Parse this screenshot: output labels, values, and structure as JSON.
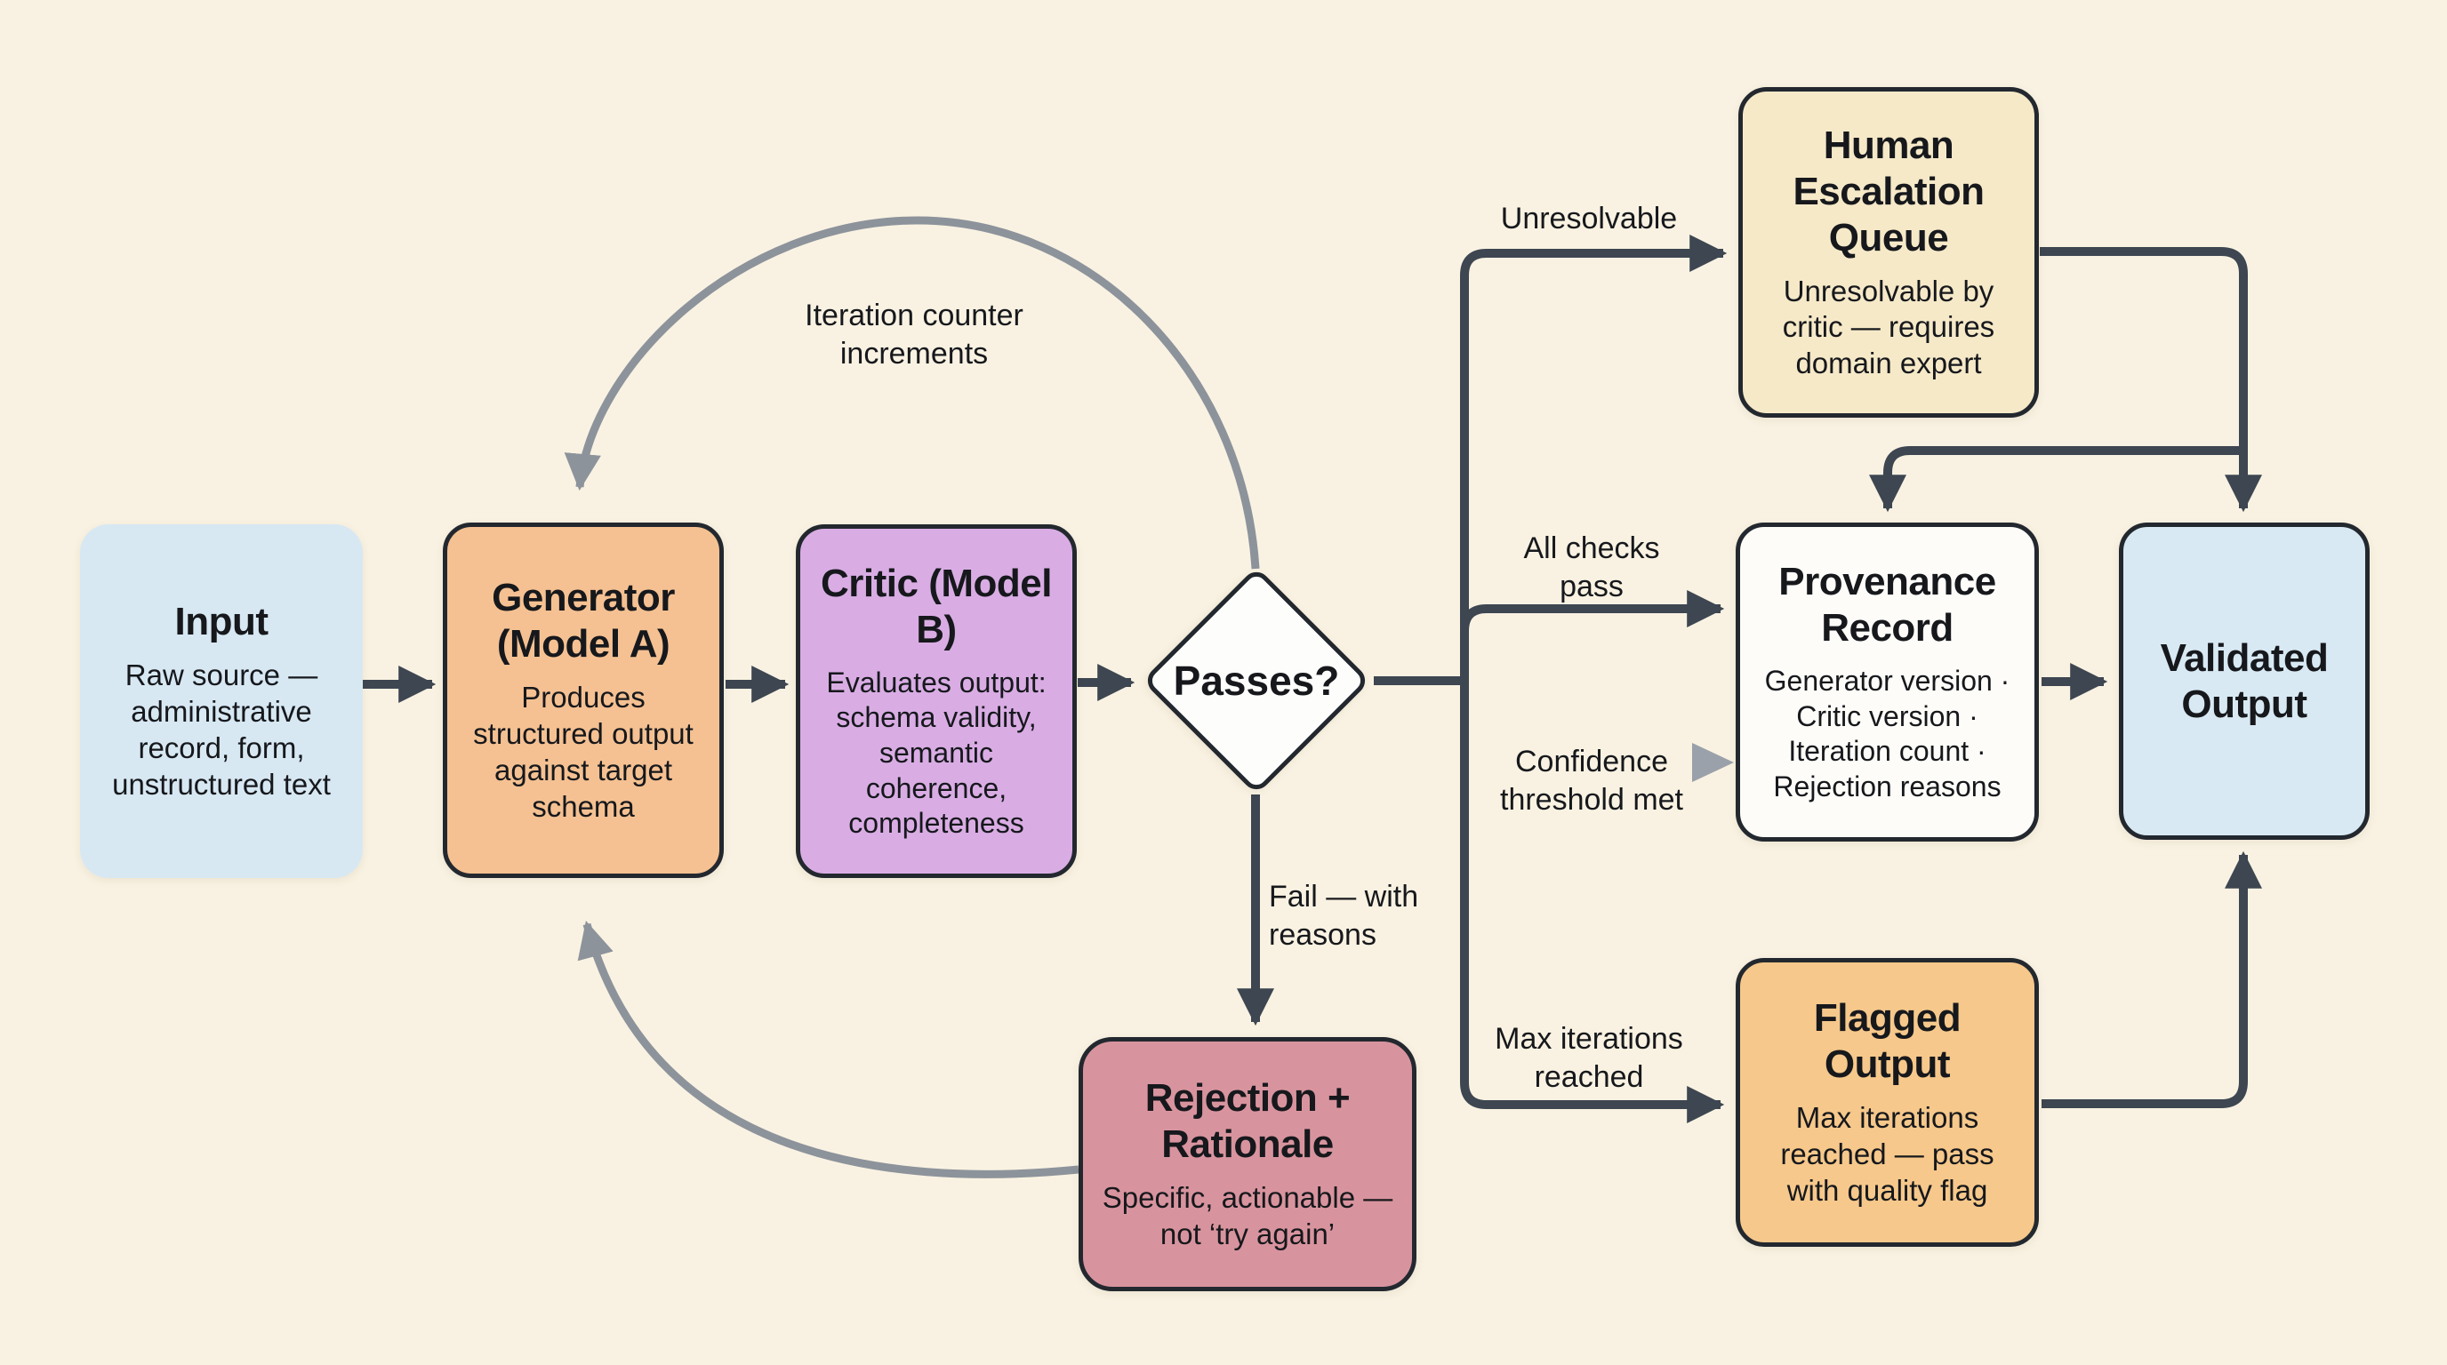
{
  "diagram": {
    "colors": {
      "background": "#f9f2e2",
      "connector": "#3d4651",
      "loop": "#8d939b",
      "border": "#23282f",
      "confidence_arrow": "#9aa1aa",
      "text": "#16181c"
    },
    "nodes": {
      "input": {
        "title": "Input",
        "body": "Raw source — administrative record, form, unstructured text",
        "fill": "#d7e8f3"
      },
      "generator": {
        "title": "Generator (Model A)",
        "body": "Produces structured output against target schema",
        "fill": "#f5c192"
      },
      "critic": {
        "title": "Critic (Model B)",
        "body": "Evaluates output: schema validity, semantic coherence, completeness",
        "fill": "#d9ade4"
      },
      "passes": {
        "label": "Passes?",
        "fill": "#fdfdfb"
      },
      "rejection": {
        "title": "Rejection + Rationale",
        "body": "Specific, actionable — not ‘try again’",
        "fill": "#d8949e"
      },
      "human_escalation": {
        "title": "Human Escalation Queue",
        "body": "Unresolvable by critic — requires domain expert",
        "fill": "#f6e9c8"
      },
      "provenance": {
        "title": "Provenance Record",
        "body": "Generator version · Critic version · Iteration count · Rejection reasons",
        "fill": "#fdfcf8"
      },
      "flagged": {
        "title": "Flagged Output",
        "body": "Max iterations reached — pass with quality flag",
        "fill": "#f6c88b"
      },
      "validated": {
        "title": "Validated Output",
        "fill": "#d8e9f3"
      }
    },
    "edge_labels": {
      "iteration": "Iteration counter increments",
      "unresolvable": "Unresolvable",
      "all_checks": "All checks pass",
      "confidence": "Confidence threshold met",
      "fail": "Fail — with reasons",
      "max_iterations": "Max iterations reached"
    }
  }
}
